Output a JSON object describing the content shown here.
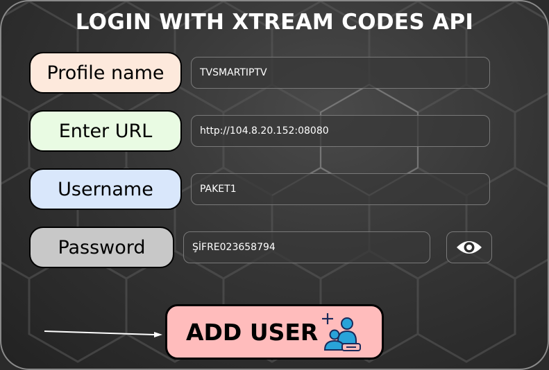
{
  "title": "LOGIN WITH XTREAM CODES API",
  "fields": [
    {
      "label": "Profile name",
      "value": "TVSMARTIPTV",
      "label_color": "#fde9dc"
    },
    {
      "label": "Enter URL",
      "value": "http://104.8.20.152:08080",
      "label_color": "#e9fbe3"
    },
    {
      "label": "Username",
      "value": "PAKET1",
      "label_color": "#d9e7fb"
    },
    {
      "label": "Password",
      "value": "ŞİFRE023658794",
      "label_color": "#c8c8c8"
    }
  ],
  "show_password_icon": "eye-icon",
  "add_button": {
    "label": "ADD USER",
    "icon": "add-user-icon",
    "color": "#ffbcbc"
  }
}
